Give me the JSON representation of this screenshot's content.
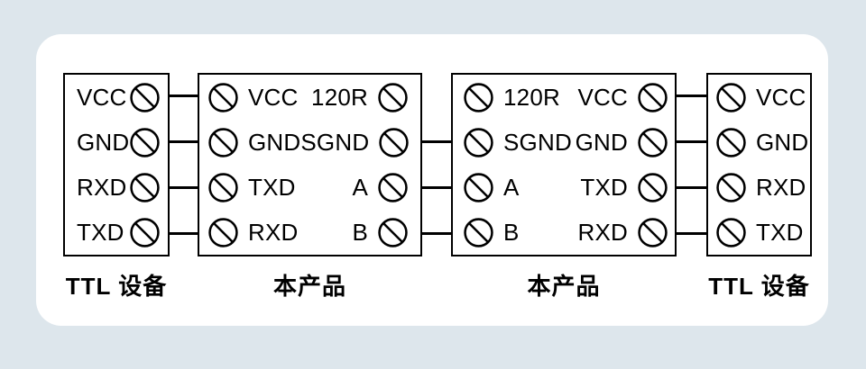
{
  "palette": {
    "background": "#dde6ec",
    "card": "#ffffff",
    "ink": "#000000"
  },
  "icon_legend": {
    "screw-terminal-icon": "circle with diagonal slash (screw terminal)"
  },
  "boxes": [
    {
      "caption": "TTL 设备",
      "terminals": [
        "VCC",
        "GND",
        "RXD",
        "TXD"
      ]
    },
    {
      "caption": "本产品",
      "left_terminals": [
        "VCC",
        "GND",
        "TXD",
        "RXD"
      ],
      "right_terminals": [
        "120R",
        "SGND",
        "A",
        "B"
      ]
    },
    {
      "caption": "本产品",
      "left_terminals": [
        "120R",
        "SGND",
        "A",
        "B"
      ],
      "right_terminals": [
        "VCC",
        "GND",
        "TXD",
        "RXD"
      ]
    },
    {
      "caption": "TTL 设备",
      "terminals": [
        "VCC",
        "GND",
        "RXD",
        "TXD"
      ]
    }
  ],
  "connections": [
    {
      "from": "TTL 设备 (left)",
      "to": "本产品 (left)",
      "pairs": [
        [
          "VCC",
          "VCC"
        ],
        [
          "GND",
          "GND"
        ],
        [
          "RXD",
          "TXD"
        ],
        [
          "TXD",
          "RXD"
        ]
      ]
    },
    {
      "from": "本产品 (left)",
      "to": "本产品 (right)",
      "pairs": [
        [
          "SGND",
          "SGND"
        ],
        [
          "A",
          "A"
        ],
        [
          "B",
          "B"
        ]
      ]
    },
    {
      "from": "本产品 (right)",
      "to": "TTL 设备 (right)",
      "pairs": [
        [
          "VCC",
          "VCC"
        ],
        [
          "GND",
          "GND"
        ],
        [
          "TXD",
          "RXD"
        ],
        [
          "RXD",
          "TXD"
        ]
      ]
    }
  ]
}
